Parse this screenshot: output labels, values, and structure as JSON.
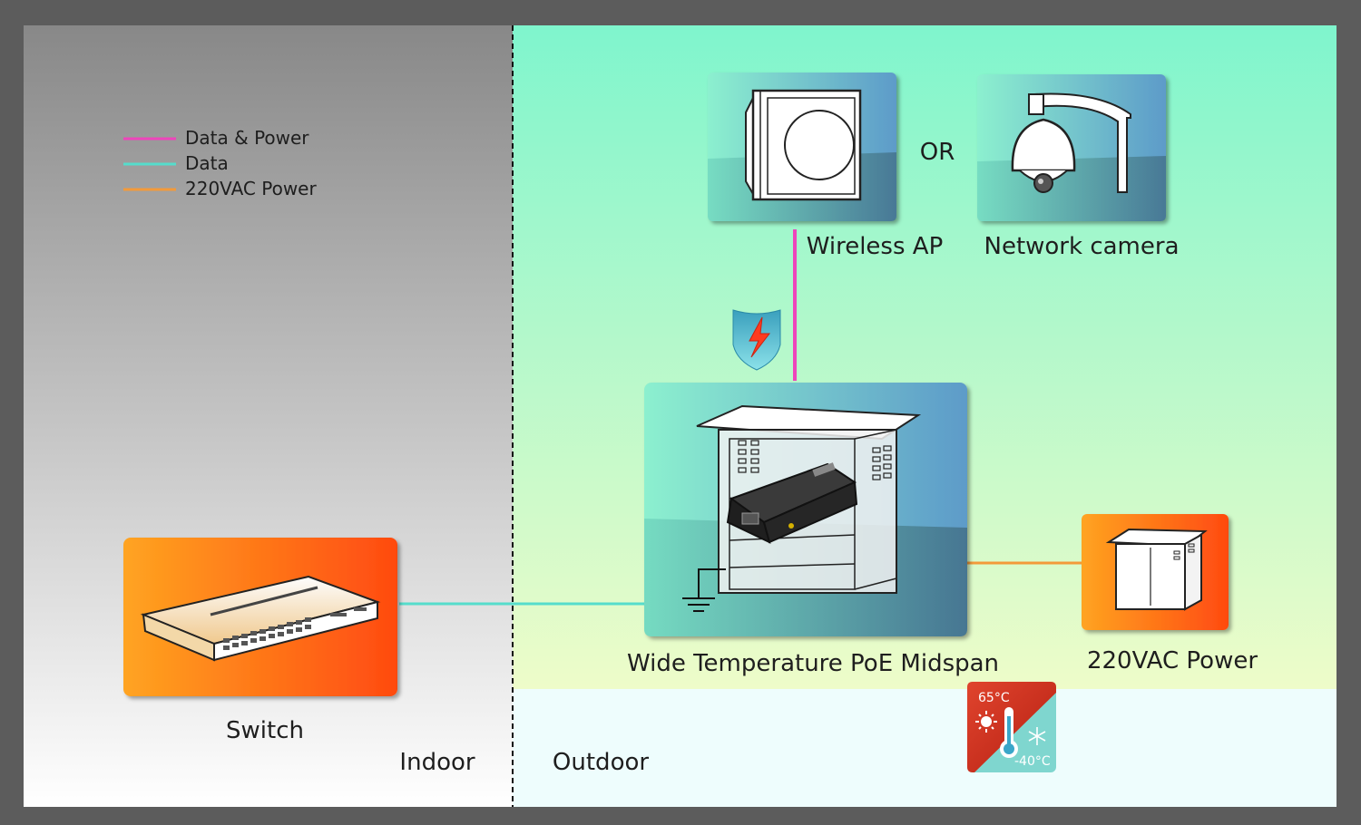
{
  "legend": {
    "items": [
      {
        "label": "Data & Power",
        "color": "#ee44bb"
      },
      {
        "label": "Data",
        "color": "#55ddcc"
      },
      {
        "label": "220VAC Power",
        "color": "#f39a3a"
      }
    ]
  },
  "zones": {
    "indoor_label": "Indoor",
    "outdoor_label": "Outdoor"
  },
  "devices": {
    "wireless_ap_label": "Wireless AP",
    "or_label": "OR",
    "network_camera_label": "Network camera",
    "midspan_label": "Wide Temperature PoE Midspan",
    "power_label": "220VAC Power",
    "switch_label": "Switch"
  },
  "temperature": {
    "max": "65°C",
    "min": "-40°C"
  },
  "colors": {
    "data_power": "#ee44bb",
    "data": "#55ddcc",
    "power": "#f39a3a"
  }
}
